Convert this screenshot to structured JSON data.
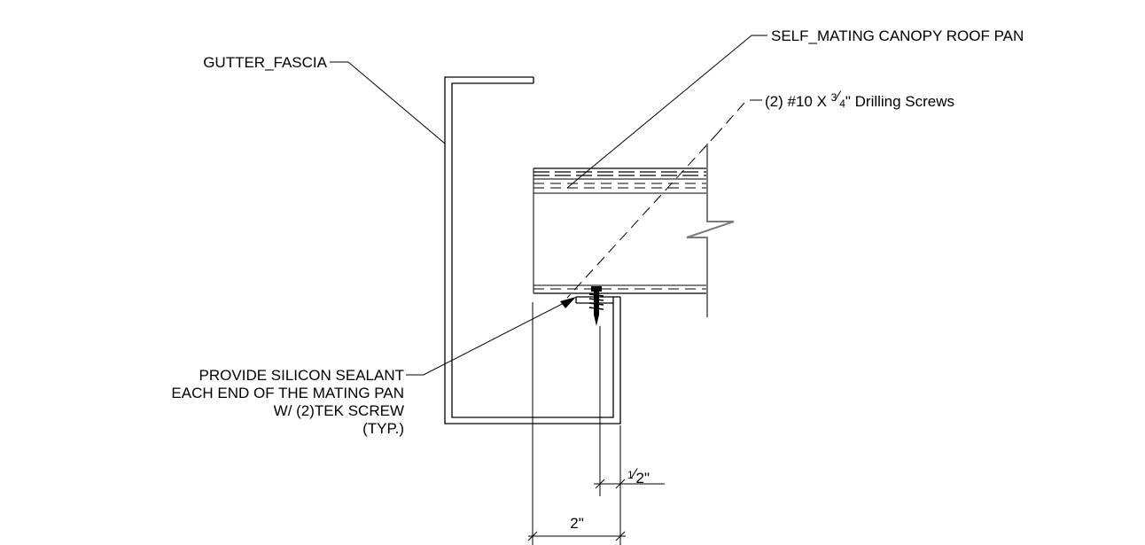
{
  "labels": {
    "gutter_fascia": "GUTTER_FASCIA",
    "roof_pan": "SELF_MATING CANOPY ROOF PAN",
    "drilling_screws_prefix": "(2) #10 X ",
    "drilling_screws_num": "3",
    "drilling_screws_den": "4",
    "drilling_screws_suffix": "\" Drilling Screws",
    "sealant_line1": "PROVIDE SILICON SEALANT",
    "sealant_line2": "EACH END OF THE MATING PAN",
    "sealant_line3": "W/ (2)TEK SCREW",
    "sealant_line4": "(TYP.)"
  },
  "dimensions": {
    "half_num": "1",
    "half_den": "2",
    "half_suffix": "\"",
    "two_inch": "2\""
  }
}
